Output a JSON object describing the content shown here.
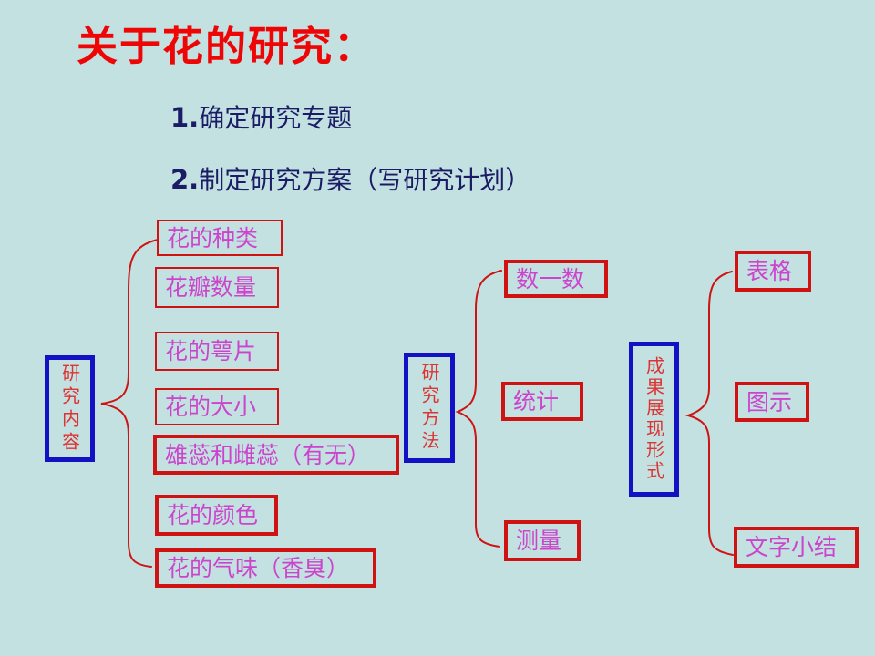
{
  "slide": {
    "background_color": "#c2e1e0",
    "title": "关于花的研究：",
    "steps": [
      {
        "num": "1.",
        "text": "确定研究专题"
      },
      {
        "num": "2.",
        "text": "制定研究方案（写研究计划）"
      }
    ]
  },
  "diagram": {
    "groups": [
      {
        "label": "研究内容",
        "items": [
          "花的种类",
          "花瓣数量",
          "花的萼片",
          "花的大小",
          "雄蕊和雌蕊（有无）",
          "花的颜色",
          "花的气味（香臭）"
        ]
      },
      {
        "label": "研究方法",
        "items": [
          "数一数",
          "统计",
          "测量"
        ]
      },
      {
        "label": "成果展现形式",
        "items": [
          "表格",
          "图示",
          "文字小结"
        ]
      }
    ]
  },
  "colors": {
    "background": "#c2e1e0",
    "title_red": "#ee0505",
    "step_navy": "#1c1c66",
    "item_border_red": "#cf1212",
    "item_text_magenta": "#cc44cc",
    "group_border_blue": "#1212c4",
    "group_text_red": "#dd3333",
    "brace_red": "#cf1212"
  }
}
